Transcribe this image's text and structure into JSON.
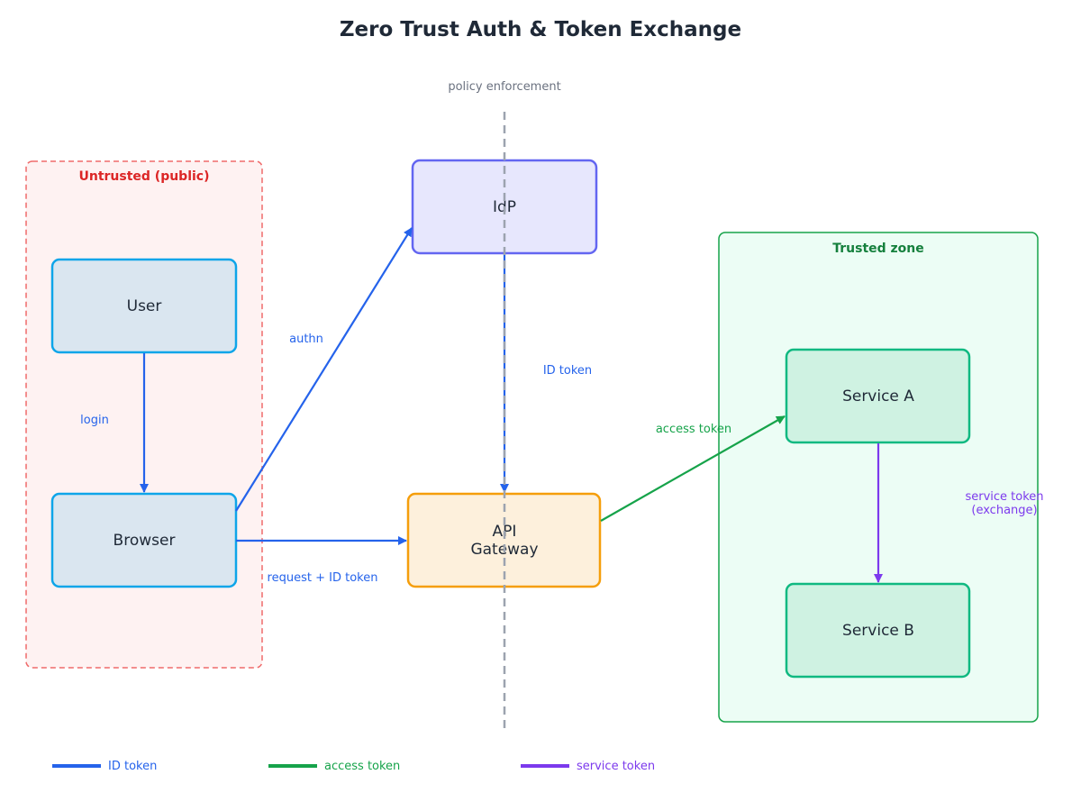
{
  "title": "Zero Trust Auth & Token Exchange",
  "policy_label": "policy enforcement",
  "zones": {
    "untrusted": {
      "title": "Untrusted (public)"
    },
    "trusted": {
      "title": "Trusted zone"
    }
  },
  "nodes": {
    "user": "User",
    "browser": "Browser",
    "idp": "IdP",
    "gateway_line1": "API",
    "gateway_line2": "Gateway",
    "service_a": "Service A",
    "service_b": "Service B"
  },
  "edges": {
    "login": "login",
    "authn": "authn",
    "id_token": "ID token",
    "request_id_token": "request + ID token",
    "access_token": "access token",
    "service_token_line1": "service token",
    "service_token_line2": "(exchange)"
  },
  "legend": {
    "id_token": "ID token",
    "access_token": "access token",
    "service_token": "service token"
  },
  "colors": {
    "id_token": "#2563eb",
    "access_token": "#16a34a",
    "service_token": "#7c3aed"
  }
}
